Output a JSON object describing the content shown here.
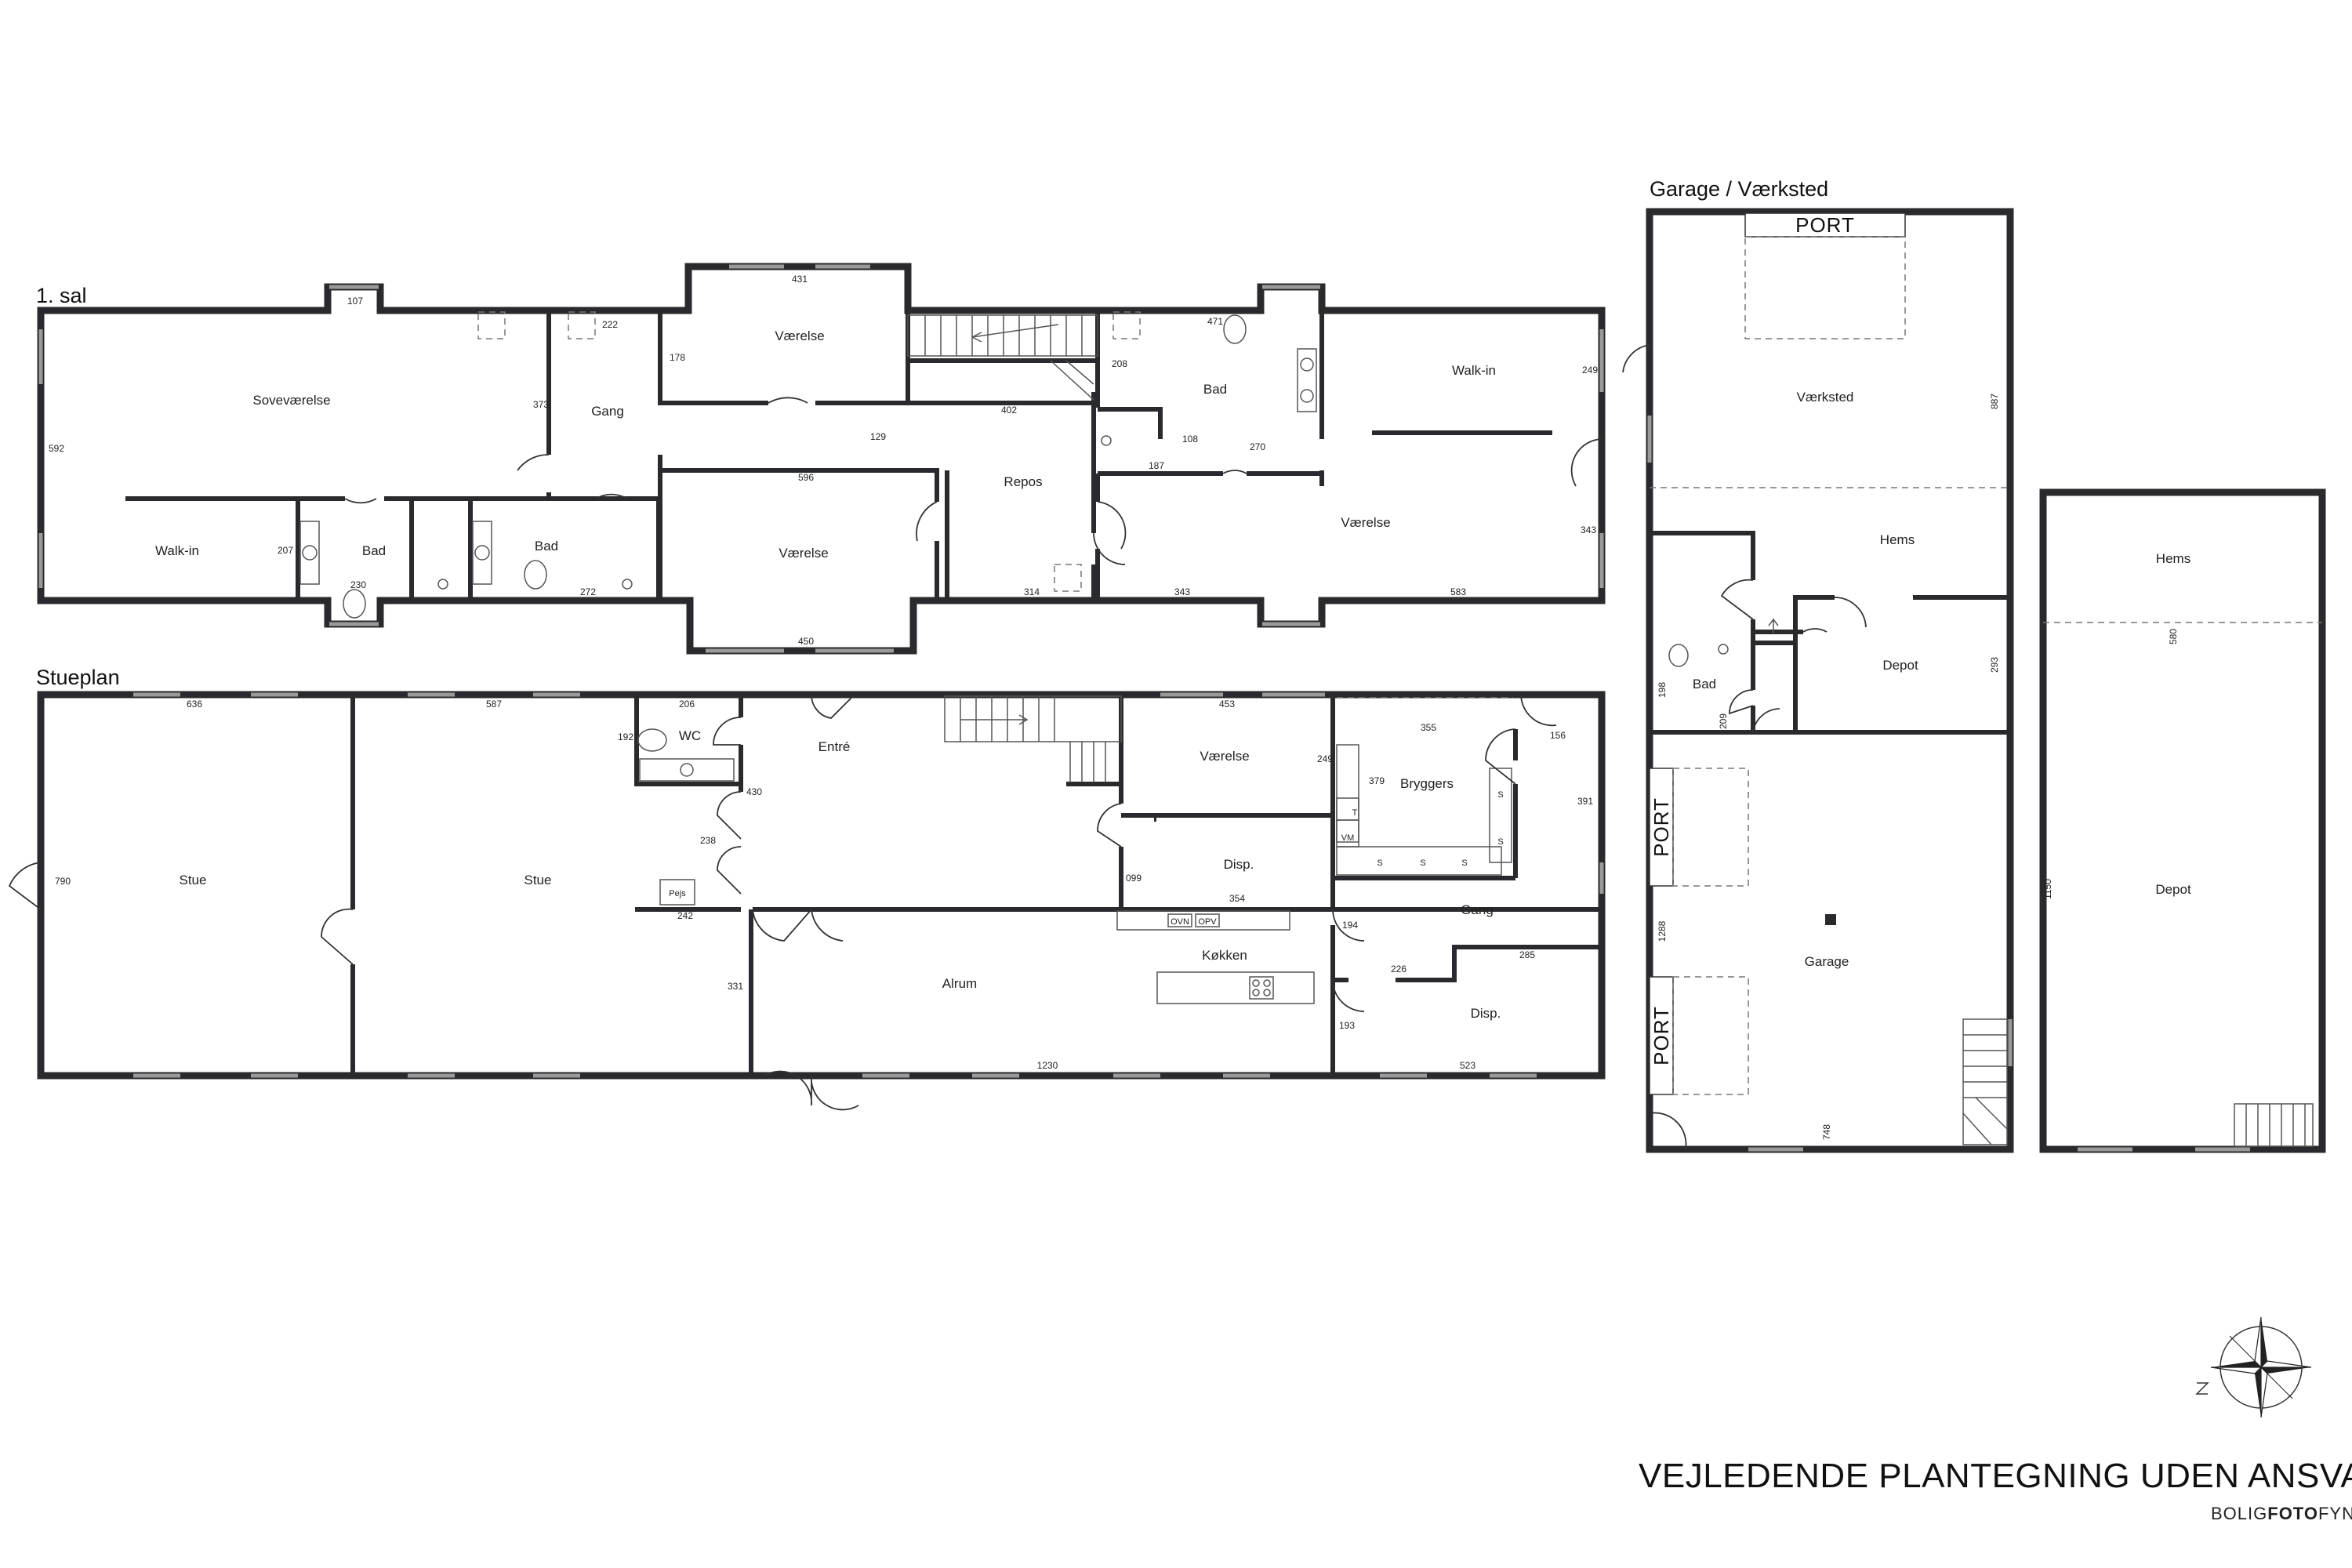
{
  "floors": {
    "first_floor": "1. sal",
    "ground_floor": "Stueplan",
    "garage": "Garage / Værksted"
  },
  "rooms": {
    "first_floor": {
      "sovevaerelse": "Soveværelse",
      "walkin_left": "Walk-in",
      "bad_left": "Bad",
      "bad_middle": "Bad",
      "gang": "Gang",
      "vaerelse_top": "Værelse",
      "vaerelse_bottom": "Værelse",
      "repos": "Repos",
      "bad_right": "Bad",
      "walkin_right": "Walk-in",
      "vaerelse_right": "Værelse"
    },
    "ground_floor": {
      "stue_left": "Stue",
      "stue_middle": "Stue",
      "wc": "WC",
      "entre": "Entré",
      "vaerelse": "Værelse",
      "bryggers": "Bryggers",
      "disp_top": "Disp.",
      "gang": "Gang",
      "kokken": "Køkken",
      "alrum": "Alrum",
      "disp_bottom": "Disp."
    },
    "garage": {
      "vaerksted": "Værksted",
      "hems": "Hems",
      "depot": "Depot",
      "bad": "Bad",
      "garage": "Garage"
    },
    "outbuilding": {
      "hems": "Hems",
      "depot": "Depot"
    }
  },
  "dimensions": {
    "first_floor": {
      "d107": "107",
      "d222": "222",
      "d431": "431",
      "d178": "178",
      "d373": "373",
      "d592": "592",
      "d207": "207",
      "d230": "230",
      "d272": "272",
      "d129": "129",
      "d402": "402",
      "d596": "596",
      "d314": "314",
      "d450": "450",
      "d471": "471",
      "d208": "208",
      "d187": "187",
      "d108": "108",
      "d270": "270",
      "d249": "249",
      "d343a": "343",
      "d343b": "343",
      "d583": "583"
    },
    "ground_floor": {
      "d636": "636",
      "d587": "587",
      "d206": "206",
      "d453": "453",
      "d355": "355",
      "d156": "156",
      "d192": "192",
      "d430": "430",
      "d238": "238",
      "d249": "249",
      "d379": "379",
      "d391": "391",
      "d790": "790",
      "d099": "099",
      "d354": "354",
      "d242": "242",
      "d194": "194",
      "d226": "226",
      "d285": "285",
      "d331": "331",
      "d193": "193",
      "d1230": "1230",
      "d523": "523"
    },
    "garage": {
      "d887": "887",
      "d198": "198",
      "d209": "209",
      "d293": "293",
      "d1288": "1288",
      "d748": "748"
    },
    "outbuilding": {
      "d580": "580",
      "d1150": "1150"
    }
  },
  "fixtures": {
    "port_top": "PORT",
    "port_left_upper": "PORT",
    "port_left_lower": "PORT",
    "vm": "VM",
    "t": "T",
    "ovn": "OVN",
    "opv": "OPV",
    "pejs": "Pejs",
    "s1": "S",
    "s2": "S",
    "s3": "S",
    "s4": "S",
    "s5": "S"
  },
  "footer": {
    "disclaimer": "VEJLEDENDE PLANTEGNING UDEN ANSVAR",
    "brand_a": "BOLIG",
    "brand_b": "FOTO",
    "brand_c": "FYN"
  }
}
